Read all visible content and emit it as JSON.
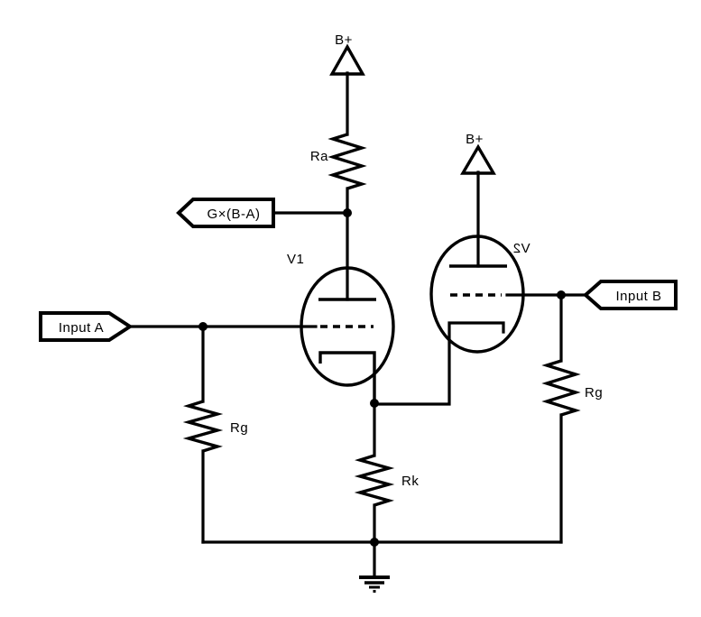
{
  "schematic": {
    "description": "Vacuum-tube differential amplifier (long-tailed pair) schematic",
    "colors": {
      "background": "#ffffff",
      "stroke": "#000000"
    },
    "labels": {
      "power_left": "B+",
      "power_right": "B+",
      "resistor_anode": "Ra",
      "tube_left": "V1",
      "tube_right": "V2",
      "resistor_grid_left": "Rg",
      "resistor_cathode": "Rk",
      "resistor_grid_right": "Rg",
      "port_output": "G×(B-A)",
      "port_input_a": "Input A",
      "port_input_b": "Input B"
    },
    "components": [
      {
        "id": "V1",
        "type": "triode-vacuum-tube",
        "note": "left tube, grid fed by Input A"
      },
      {
        "id": "V2",
        "type": "triode-vacuum-tube",
        "note": "right tube, grid fed by Input B, designator drawn mirrored"
      },
      {
        "id": "Ra",
        "type": "resistor",
        "note": "from B+ to V1 anode / output node G×(B-A)"
      },
      {
        "id": "Rg",
        "type": "resistor",
        "note": "left grid resistor, Input A node to ground bus"
      },
      {
        "id": "Rk",
        "type": "resistor",
        "note": "shared cathode tail resistor to ground"
      },
      {
        "id": "Rg(2)",
        "type": "resistor",
        "note": "right grid resistor, Input B node to ground bus"
      },
      {
        "id": "B+ (x2)",
        "type": "power-rail-symbol",
        "note": "outlined up triangles feeding Ra and V2 anode"
      },
      {
        "id": "GND",
        "type": "earth-ground-symbol",
        "note": "four shrinking bars at bottom center"
      }
    ],
    "junction_dots": 5
  }
}
